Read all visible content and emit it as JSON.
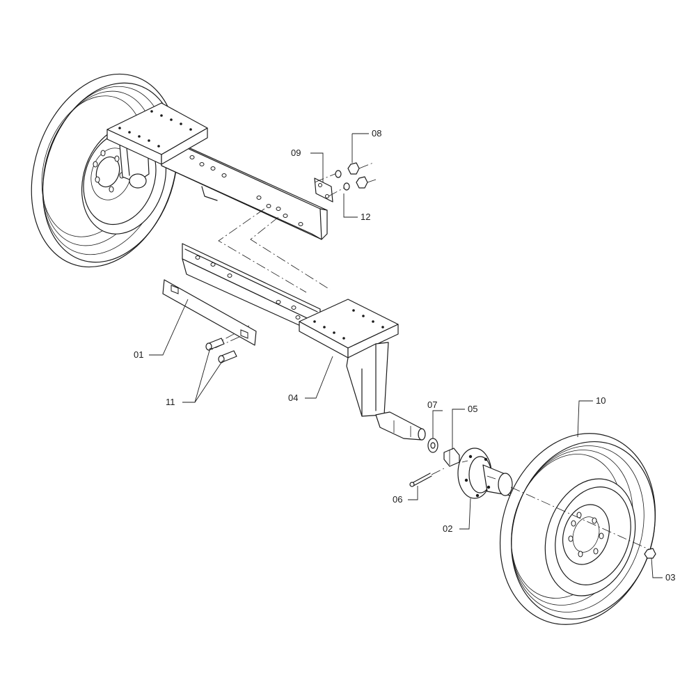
{
  "labels": {
    "p01": "01",
    "p02": "02",
    "p03": "03",
    "p04": "04",
    "p05": "05",
    "p06": "06",
    "p07": "07",
    "p08": "08",
    "p09": "09",
    "p10": "10",
    "p11": "11",
    "p12": "12"
  }
}
